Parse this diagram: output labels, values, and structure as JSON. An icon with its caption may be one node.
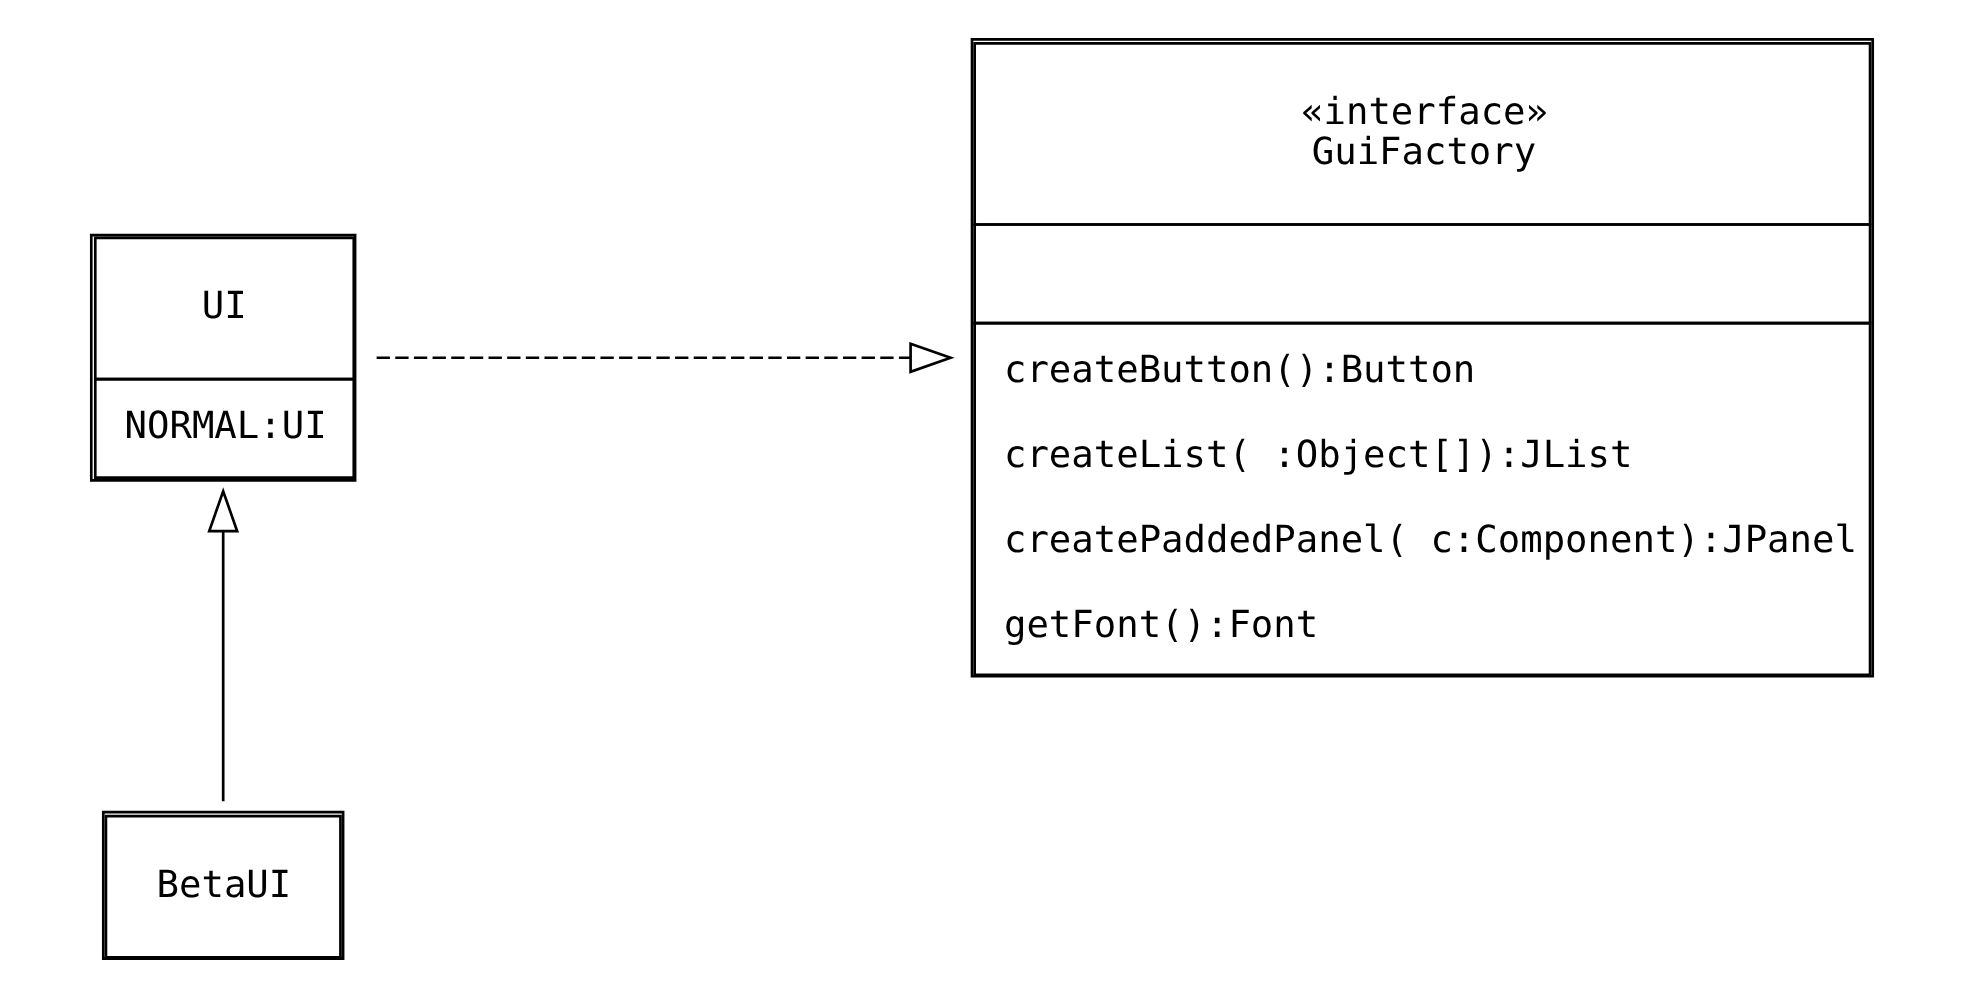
{
  "diagram": {
    "nodes": [
      {
        "text": [
          "«interface» GuiFactory",
          "createButton():Button",
          "createList( :Object[]):JList",
          "createPaddedPanel( c:Component):JPanel",
          "getFont():Font"
        ]
      },
      {
        "text": [
          "UI",
          "NORMAL:UI"
        ]
      },
      {
        "text": [
          "BetaUI"
        ]
      }
    ],
    "edges": [
      {
        "from": 1,
        "to": 0,
        "arrow": "to",
        "style": "dashed"
      },
      {
        "from": 2,
        "to": 1,
        "arrow": "to"
      }
    ]
  }
}
